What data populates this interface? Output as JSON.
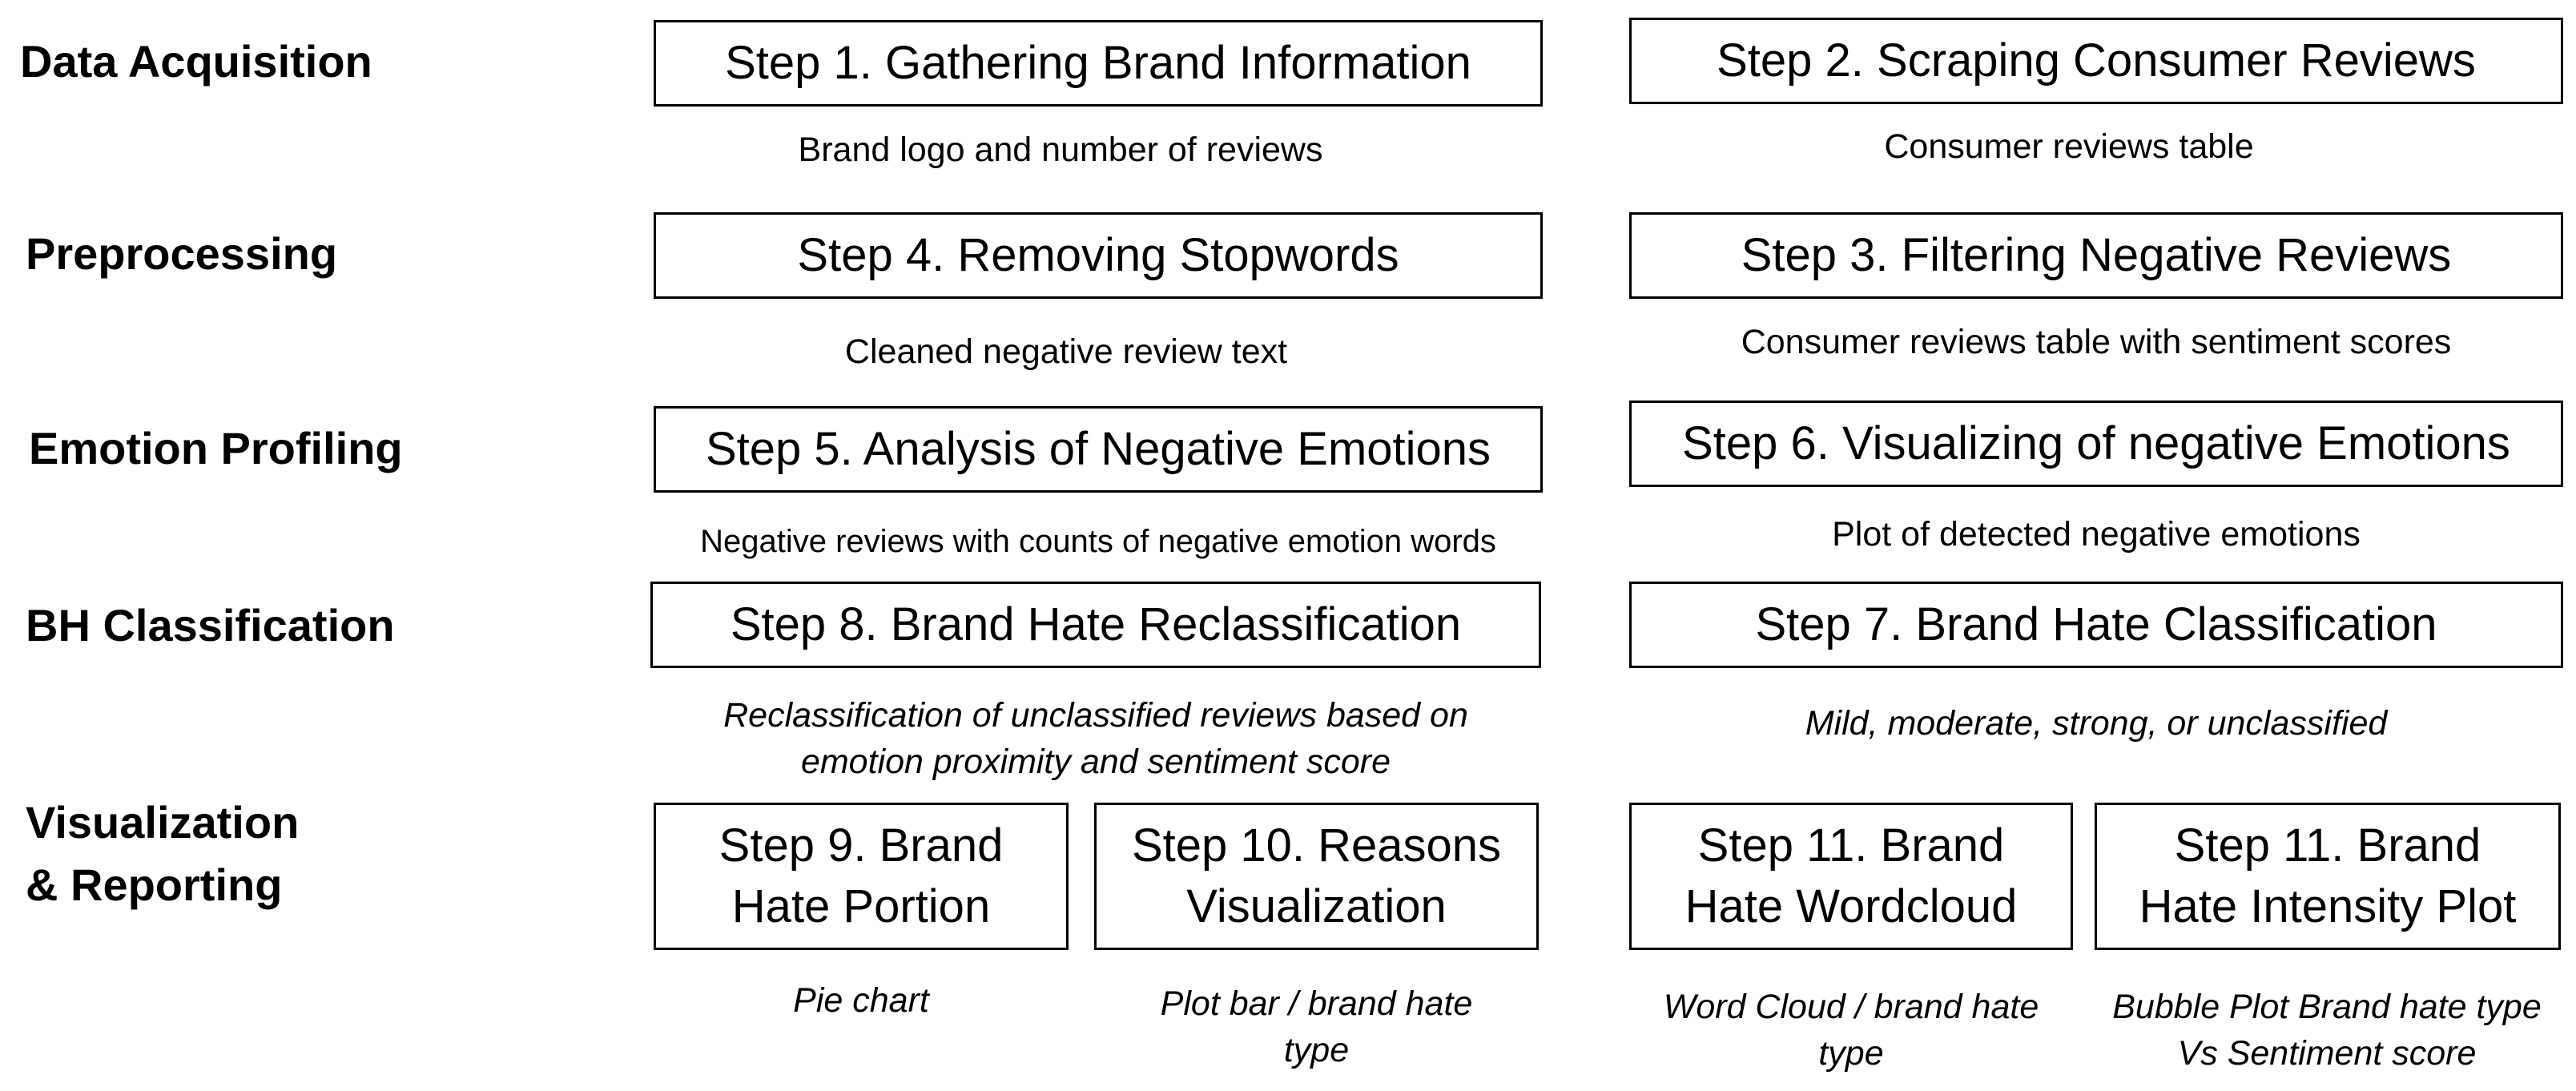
{
  "phases": {
    "data_acquisition": "Data Acquisition",
    "preprocessing": "Preprocessing",
    "emotion_profiling": "Emotion Profiling",
    "bh_classification": "BH Classification",
    "visualization": "Visualization\n& Reporting"
  },
  "steps": {
    "s1": "Step 1. Gathering Brand Information",
    "s2": "Step 2. Scraping Consumer Reviews",
    "s3": "Step 3. Filtering Negative Reviews",
    "s4": "Step 4.  Removing Stopwords",
    "s5": "Step 5. Analysis of Negative Emotions",
    "s6": "Step 6. Visualizing of negative Emotions",
    "s7": "Step 7. Brand Hate Classification",
    "s8": "Step 8. Brand Hate Reclassification",
    "s9": "Step 9. Brand\nHate Portion",
    "s10": "Step 10. Reasons\nVisualization",
    "s11a": "Step 11. Brand\nHate Wordcloud",
    "s11b": "Step 11. Brand\nHate Intensity Plot"
  },
  "outputs": {
    "s1": "Brand logo and number of reviews",
    "s2": "Consumer reviews table",
    "s3": "Consumer reviews table with sentiment scores",
    "s4": "Cleaned negative review text",
    "s5": "Negative reviews with counts of negative emotion words",
    "s6": "Plot of detected negative emotions",
    "s7": "Mild, moderate, strong, or unclassified",
    "s8": "Reclassification of unclassified reviews based on\nemotion proximity and sentiment score",
    "s9": "Pie chart",
    "s10": "Plot bar / brand hate\ntype",
    "s11a": "Word Cloud /  brand hate\ntype",
    "s11b": "Bubble Plot Brand hate type\nVs Sentiment score"
  }
}
